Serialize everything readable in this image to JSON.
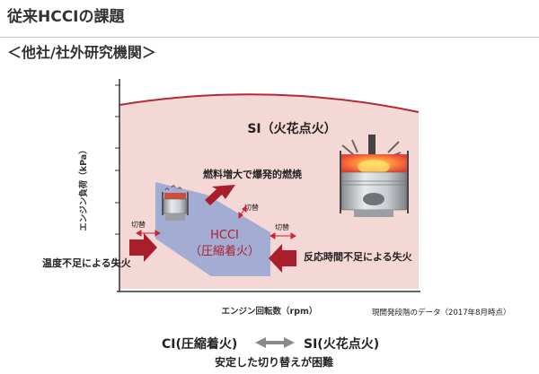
{
  "header": {
    "title": "従来HCCIの課題",
    "subtitle": "＜他社/社外研究機関＞"
  },
  "diagram": {
    "y_axis_label": "エンジン負荷（kPa）",
    "x_axis_label": "エンジン回転数（rpm）",
    "si_region_label": "SI（火花点火）",
    "hcci_label_line1": "HCCI",
    "hcci_label_line2": "（圧縮着火）",
    "annotation_fuel": "燃料増大で爆発的燃焼",
    "annotation_temp": "温度不足による失火",
    "annotation_time": "反応時間不足による失火",
    "switch_label_left": "切替",
    "switch_label_top": "切替",
    "switch_label_right": "切替",
    "data_note": "現開発段階のデータ（2017年8月時点）"
  },
  "footer": {
    "ci_label": "CI(圧縮着火)",
    "si_label": "SI(火花点火)",
    "caption": "安定した切り替えが困難"
  },
  "colors": {
    "si_region": "#f4d8d6",
    "hcci_region": "#a3acd2",
    "arrow": "#a81e2a",
    "curve": "#b22b34",
    "text_red": "#b11e2a"
  }
}
